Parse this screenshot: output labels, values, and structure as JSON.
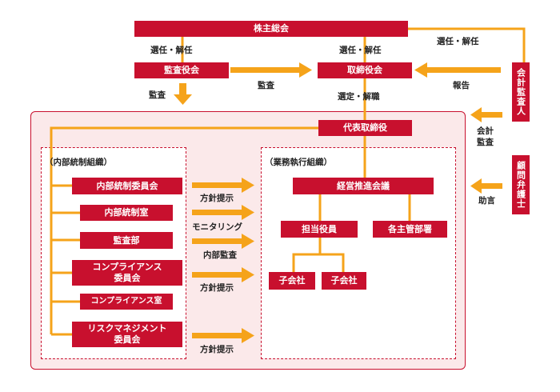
{
  "colors": {
    "box": "#c8102e",
    "line": "#f5a31a",
    "panel": "#fbe9ea",
    "text": "#222222"
  },
  "boxes": {
    "shareholders": "株主総会",
    "audit_board": "監査役会",
    "board": "取締役会",
    "auditor": "会計監査人",
    "ceo": "代表取締役",
    "counsel": "顧問弁護士",
    "ic_committee": "内部統制委員会",
    "ic_office": "内部統制室",
    "audit_dept": "監査部",
    "compliance_committee": "コンプライアンス\n委員会",
    "compliance_office": "コンプライアンス室",
    "risk_committee": "リスクマネジメント\n委員会",
    "mgmt_meeting": "経営推進会議",
    "officers": "担当役員",
    "departments": "各主管部署",
    "subsidiary_1": "子会社",
    "subsidiary_2": "子会社"
  },
  "labels": {
    "elect_1": "選任・解任",
    "elect_2": "選任・解任",
    "elect_3": "選任・解任",
    "audit_arrow": "監査",
    "audit_down": "監査",
    "report": "報告",
    "select": "選定・解職",
    "accounting_audit": "会計\n監査",
    "advice": "助言",
    "policy_1": "方針提示",
    "monitoring": "モニタリング",
    "internal_audit": "内部監査",
    "policy_2": "方針提示",
    "policy_3": "方針提示"
  },
  "groups": {
    "internal_control": "（内部統制組織）",
    "business": "（業務執行組織）"
  }
}
